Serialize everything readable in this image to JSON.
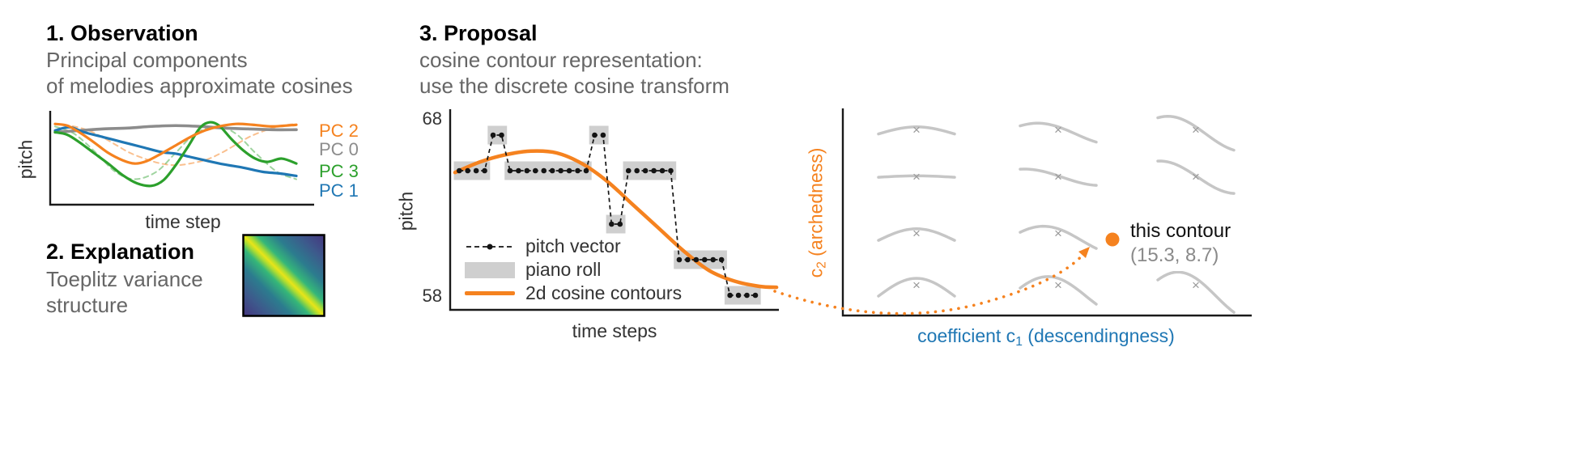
{
  "colors": {
    "orange": "#f5821f",
    "blue": "#1f77b4",
    "green": "#2ca02c",
    "gray": "#8c8c8c",
    "piano_roll_gray": "#cfcfcf",
    "contour_gray": "#c6c6c6",
    "marker_gray": "#999999",
    "axis_black": "#1a1a1a"
  },
  "panel1": {
    "title": "1. Observation",
    "subtitle_line1": "Principal components",
    "subtitle_line2": "of melodies approximate cosines",
    "ylabel": "pitch",
    "xlabel": "time step",
    "pc_labels": [
      {
        "label": "PC 2",
        "color": "#f5821f"
      },
      {
        "label": "PC 0",
        "color": "#8c8c8c"
      },
      {
        "label": "PC 3",
        "color": "#2ca02c"
      },
      {
        "label": "PC 1",
        "color": "#1f77b4"
      }
    ]
  },
  "panel2": {
    "title": "2. Explanation",
    "subtitle_line1": "Toeplitz variance",
    "subtitle_line2": "structure"
  },
  "panel3": {
    "title": "3. Proposal",
    "subtitle_line1": "cosine contour representation:",
    "subtitle_line2": "use the discrete cosine transform",
    "ylabel": "pitch",
    "xlabel": "time steps",
    "ytick_top": "68",
    "ytick_bottom": "58",
    "legend": [
      "pitch vector",
      "piano roll",
      "2d cosine contours"
    ]
  },
  "right_panel": {
    "ylabel_pre": "c",
    "ylabel_sub": "2",
    "ylabel_post": " (archedness)",
    "xlabel_pre": "coefficient c",
    "xlabel_sub": "1",
    "xlabel_post": " (descendingness)",
    "annotation_title": "this contour",
    "annotation_value": "(15.3, 8.7)"
  },
  "chart_data": [
    {
      "id": "pc_chart",
      "type": "line",
      "title": "Principal components of melodies approximate cosines",
      "xlabel": "time step",
      "ylabel": "pitch",
      "x_range": [
        0,
        1
      ],
      "series": [
        {
          "name": "PC 2 ideal cosine",
          "color": "#f5821f",
          "width": 2,
          "dash": "6 5",
          "opacity": 0.5,
          "points": [
            [
              0,
              0.9
            ],
            [
              0.06,
              0.88
            ],
            [
              0.13,
              0.83
            ],
            [
              0.19,
              0.75
            ],
            [
              0.25,
              0.65
            ],
            [
              0.31,
              0.55
            ],
            [
              0.38,
              0.47
            ],
            [
              0.44,
              0.42
            ],
            [
              0.5,
              0.4
            ],
            [
              0.56,
              0.42
            ],
            [
              0.63,
              0.47
            ],
            [
              0.69,
              0.55
            ],
            [
              0.75,
              0.65
            ],
            [
              0.81,
              0.75
            ],
            [
              0.88,
              0.83
            ],
            [
              0.94,
              0.88
            ],
            [
              1,
              0.9
            ]
          ]
        },
        {
          "name": "PC 3 ideal cosine",
          "color": "#2ca02c",
          "width": 2,
          "dash": "6 5",
          "opacity": 0.45,
          "points": [
            [
              0,
              0.87
            ],
            [
              0.08,
              0.78
            ],
            [
              0.17,
              0.55
            ],
            [
              0.25,
              0.32
            ],
            [
              0.33,
              0.23
            ],
            [
              0.42,
              0.32
            ],
            [
              0.5,
              0.55
            ],
            [
              0.58,
              0.78
            ],
            [
              0.67,
              0.87
            ],
            [
              0.75,
              0.78
            ],
            [
              0.83,
              0.55
            ],
            [
              0.92,
              0.32
            ],
            [
              1,
              0.23
            ]
          ]
        },
        {
          "name": "PC 0",
          "color": "#8c8c8c",
          "width": 3.6,
          "points": [
            [
              0,
              0.8
            ],
            [
              0.1,
              0.82
            ],
            [
              0.2,
              0.84
            ],
            [
              0.3,
              0.85
            ],
            [
              0.4,
              0.87
            ],
            [
              0.5,
              0.88
            ],
            [
              0.6,
              0.87
            ],
            [
              0.7,
              0.85
            ],
            [
              0.8,
              0.84
            ],
            [
              0.9,
              0.83
            ],
            [
              1,
              0.83
            ]
          ]
        },
        {
          "name": "PC 1",
          "color": "#1f77b4",
          "width": 3.2,
          "points": [
            [
              0,
              0.82
            ],
            [
              0.06,
              0.86
            ],
            [
              0.12,
              0.8
            ],
            [
              0.2,
              0.74
            ],
            [
              0.28,
              0.68
            ],
            [
              0.36,
              0.62
            ],
            [
              0.44,
              0.56
            ],
            [
              0.5,
              0.54
            ],
            [
              0.56,
              0.5
            ],
            [
              0.62,
              0.46
            ],
            [
              0.7,
              0.41
            ],
            [
              0.78,
              0.37
            ],
            [
              0.86,
              0.32
            ],
            [
              0.93,
              0.3
            ],
            [
              1,
              0.27
            ]
          ]
        },
        {
          "name": "PC 3",
          "color": "#2ca02c",
          "width": 3.2,
          "points": [
            [
              0,
              0.8
            ],
            [
              0.05,
              0.77
            ],
            [
              0.1,
              0.68
            ],
            [
              0.16,
              0.55
            ],
            [
              0.22,
              0.42
            ],
            [
              0.28,
              0.28
            ],
            [
              0.34,
              0.18
            ],
            [
              0.4,
              0.15
            ],
            [
              0.45,
              0.22
            ],
            [
              0.5,
              0.4
            ],
            [
              0.55,
              0.62
            ],
            [
              0.6,
              0.85
            ],
            [
              0.64,
              0.92
            ],
            [
              0.68,
              0.88
            ],
            [
              0.73,
              0.72
            ],
            [
              0.78,
              0.58
            ],
            [
              0.83,
              0.48
            ],
            [
              0.88,
              0.44
            ],
            [
              0.94,
              0.48
            ],
            [
              1,
              0.42
            ]
          ]
        },
        {
          "name": "PC 2",
          "color": "#f5821f",
          "width": 3.2,
          "points": [
            [
              0,
              0.9
            ],
            [
              0.05,
              0.88
            ],
            [
              0.1,
              0.8
            ],
            [
              0.16,
              0.68
            ],
            [
              0.22,
              0.55
            ],
            [
              0.28,
              0.46
            ],
            [
              0.33,
              0.42
            ],
            [
              0.38,
              0.45
            ],
            [
              0.44,
              0.54
            ],
            [
              0.5,
              0.64
            ],
            [
              0.56,
              0.74
            ],
            [
              0.62,
              0.82
            ],
            [
              0.68,
              0.87
            ],
            [
              0.75,
              0.9
            ],
            [
              0.82,
              0.89
            ],
            [
              0.9,
              0.87
            ],
            [
              1,
              0.89
            ]
          ]
        }
      ]
    },
    {
      "id": "proposal_chart",
      "type": "line+piano_roll",
      "ylabel": "pitch",
      "xlabel": "time steps",
      "ylim": [
        57.3,
        68.6
      ],
      "yticks": [
        68,
        58
      ],
      "notes": [
        {
          "pitch": 65,
          "start": 0,
          "duration": 4
        },
        {
          "pitch": 67,
          "start": 4,
          "duration": 2
        },
        {
          "pitch": 65,
          "start": 6,
          "duration": 10
        },
        {
          "pitch": 67,
          "start": 16,
          "duration": 2
        },
        {
          "pitch": 62,
          "start": 18,
          "duration": 2
        },
        {
          "pitch": 65,
          "start": 20,
          "duration": 6
        },
        {
          "pitch": 60,
          "start": 26,
          "duration": 6
        },
        {
          "pitch": 58,
          "start": 32,
          "duration": 4
        }
      ],
      "cosine_contour": [
        [
          0,
          64.9
        ],
        [
          3,
          65.5
        ],
        [
          6,
          65.9
        ],
        [
          9,
          66.1
        ],
        [
          12,
          66.0
        ],
        [
          15,
          65.4
        ],
        [
          18,
          64.4
        ],
        [
          21,
          63.1
        ],
        [
          24,
          61.8
        ],
        [
          27,
          60.5
        ],
        [
          30,
          59.4
        ],
        [
          33,
          58.8
        ],
        [
          36,
          58.5
        ],
        [
          38,
          58.45
        ]
      ],
      "legend": [
        "pitch vector",
        "piano roll",
        "2d cosine contours"
      ]
    },
    {
      "id": "contour_space",
      "type": "scatter-grid",
      "xlabel": "coefficient c1 (descendingness)",
      "ylabel": "c2 (archedness)",
      "cols_descendingness": [
        0,
        0.5,
        1
      ],
      "rows_archedness_top_to_bottom": [
        0.4,
        0.08,
        0.65,
        1.0
      ],
      "marker": "×",
      "highlighted_point": {
        "c1": 15.3,
        "c2": 8.7,
        "label": "this contour"
      }
    },
    {
      "id": "toeplitz_heatmap",
      "type": "heatmap",
      "description": "Toeplitz variance structure",
      "palette": [
        "#46327e",
        "#3d5a8c",
        "#2c7c8e",
        "#35b779",
        "#aadc32",
        "#e8e419"
      ]
    }
  ]
}
